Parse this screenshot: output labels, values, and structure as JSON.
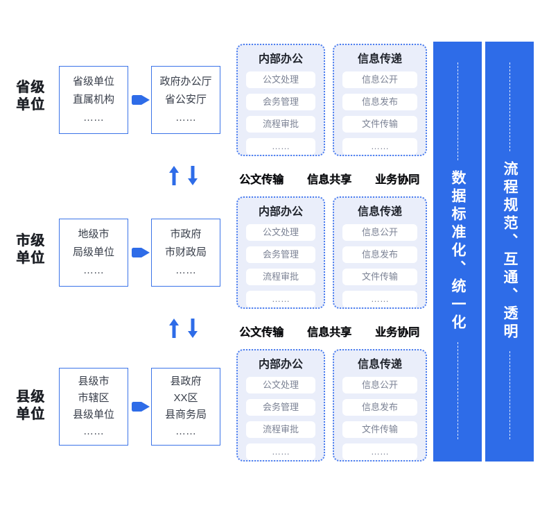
{
  "colors": {
    "primary_blue": "#2e6ce8",
    "box_border_blue": "#3a73e8",
    "panel_background": "#eaeefa",
    "panel_border_blue": "#4a7df0",
    "pill_text_gray": "#7b8294",
    "dark_text": "#1d2026"
  },
  "rows": [
    {
      "label": "省级单位",
      "org_lines": [
        "省级单位",
        "直属机构",
        "……"
      ],
      "gov_lines": [
        "政府办公厅",
        "省公安厅",
        "……"
      ]
    },
    {
      "label": "市级单位",
      "org_lines": [
        "地级市",
        "局级单位",
        "……"
      ],
      "gov_lines": [
        "市政府",
        "市财政局",
        "……"
      ]
    },
    {
      "label": "县级单位",
      "org_lines": [
        "县级市",
        "市辖区",
        "县级单位",
        "……"
      ],
      "gov_lines": [
        "县政府",
        "XX区",
        "县商务局",
        "……"
      ]
    }
  ],
  "panels": {
    "internal": {
      "title": "内部办公",
      "items": [
        "公文处理",
        "会务管理",
        "流程审批",
        "……"
      ]
    },
    "transfer": {
      "title": "信息传递",
      "items": [
        "信息公开",
        "信息发布",
        "文件传输",
        "……"
      ]
    }
  },
  "divider": {
    "labels": [
      "公文传输",
      "信息共享",
      "业务协同"
    ]
  },
  "sidebars": [
    {
      "text": "数据标准化、统一化"
    },
    {
      "text": "流程规范、互通、透明"
    }
  ]
}
